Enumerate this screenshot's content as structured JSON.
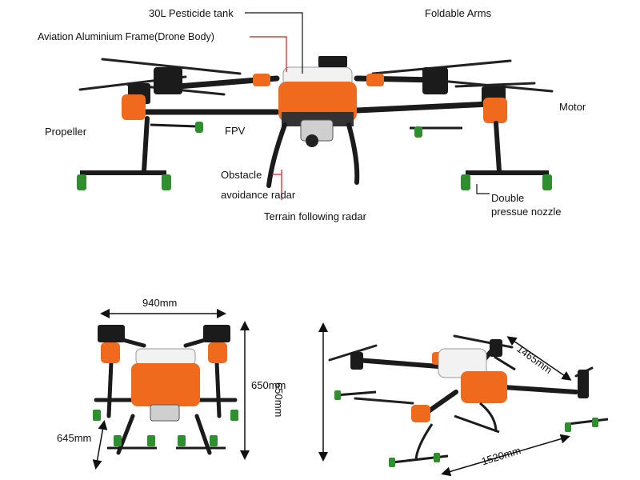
{
  "labels": {
    "tank": "30L Pesticide tank",
    "arms": "Foldable Arms",
    "frame": "Aviation Aluminium  Frame(Drone Body)",
    "motor": "Motor",
    "propeller": "Propeller",
    "fpv": "FPV",
    "obstacle_1": "Obstacle",
    "obstacle_2": "avoidance radar",
    "terrain": "Terrain following radar",
    "nozzle_1": "Double",
    "nozzle_2": "pressue nozzle"
  },
  "dimensions": {
    "width_front": "940mm",
    "height_front": "650mm",
    "depth_front": "645mm",
    "height_iso": "650mm",
    "arm_diag": "1465mm",
    "width_iso": "1520mm"
  },
  "colors": {
    "body_orange": "#ef6a1c",
    "frame_black": "#1b1b1b",
    "tank_white": "#f2f2f2",
    "nozzle_green": "#2f8f2f",
    "leader_red": "#d11a1a"
  }
}
